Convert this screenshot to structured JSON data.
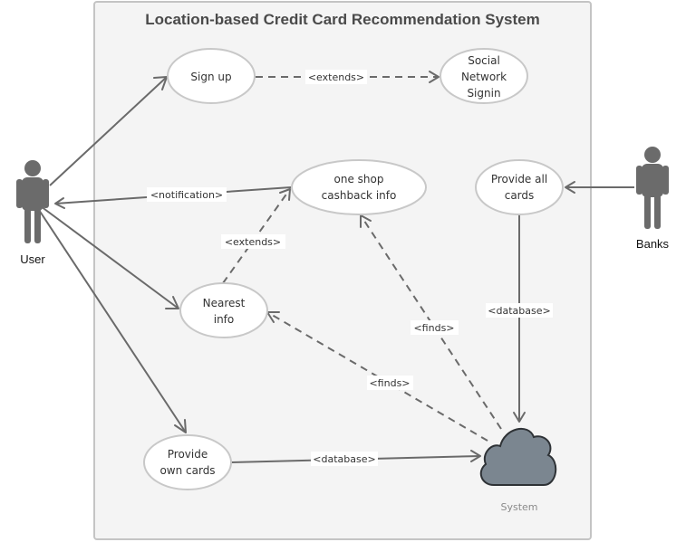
{
  "title": "Location-based Credit Card Recommendation System",
  "actors": {
    "user": "User",
    "banks": "Banks",
    "system": "System"
  },
  "use_cases": {
    "sign_up": [
      "Sign up"
    ],
    "social_signin": [
      "Social",
      "Network",
      "Signin"
    ],
    "cashback": [
      "one shop",
      "cashback info"
    ],
    "provide_all": [
      "Provide all",
      "cards"
    ],
    "nearest": [
      "Nearest",
      "info"
    ],
    "own_cards": [
      "Provide",
      "own cards"
    ]
  },
  "connectors": {
    "extends_signup": "<extends>",
    "notification": "<notification>",
    "extends_nearest": "<extends>",
    "finds_cashback": "<finds>",
    "finds_nearest": "<finds>",
    "database_banks": "<database>",
    "database_own": "<database>"
  },
  "colors": {
    "actor": "#6b6b6b",
    "cloud": "#7b8690",
    "line": "#6a6a6a"
  }
}
